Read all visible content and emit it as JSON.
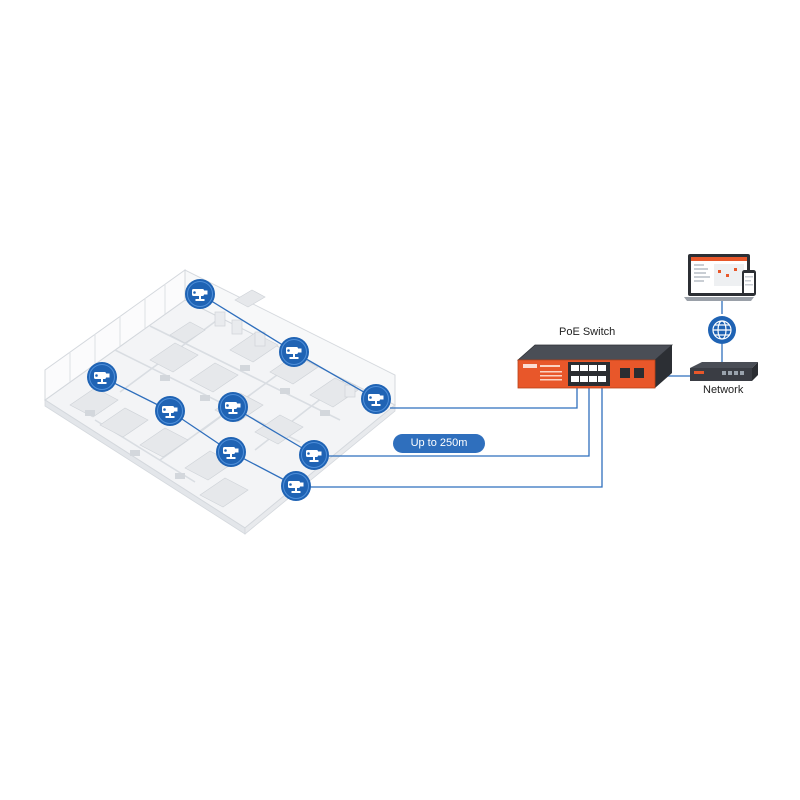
{
  "labels": {
    "switch": "PoE Switch",
    "network": "Network",
    "distance": "Up to 250m"
  },
  "colors": {
    "cable": "#2f6fbd",
    "camera_badge": "#1f63b4",
    "switch_body": "#3a3d44",
    "switch_accent": "#e8572a",
    "building_outline": "#d9dde2",
    "building_fill": "#f3f4f6"
  },
  "icons": {
    "camera": "cctv-camera-icon",
    "globe": "globe-icon",
    "laptop": "laptop-icon",
    "phone": "smartphone-icon",
    "switch": "poe-switch-icon",
    "router": "router-icon",
    "building": "office-floorplan-illustration"
  },
  "cameras": [
    {
      "id": "cam-1"
    },
    {
      "id": "cam-2"
    },
    {
      "id": "cam-3"
    },
    {
      "id": "cam-4"
    },
    {
      "id": "cam-5"
    },
    {
      "id": "cam-6"
    },
    {
      "id": "cam-7"
    },
    {
      "id": "cam-8"
    },
    {
      "id": "cam-9"
    }
  ]
}
